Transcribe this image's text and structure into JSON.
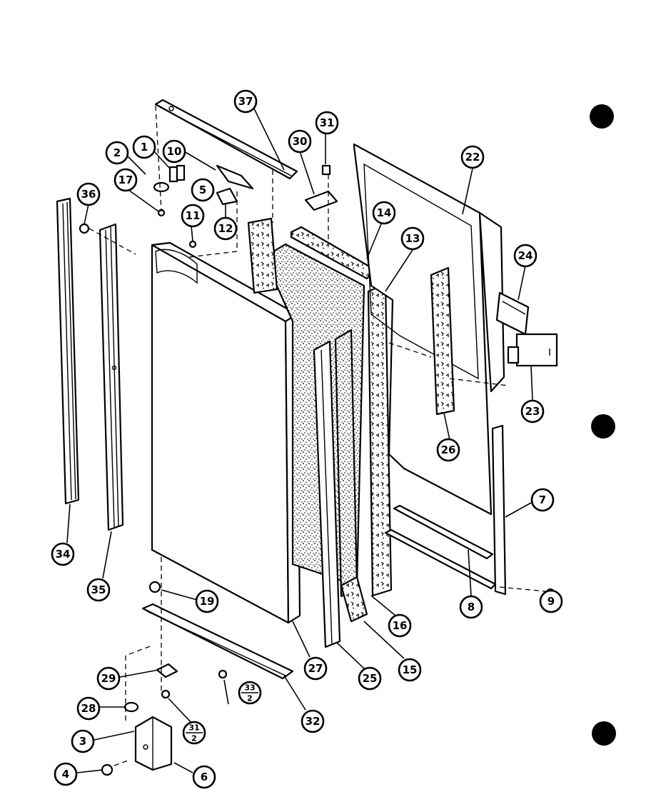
{
  "callouts": {
    "c1": "1",
    "c2": "2",
    "c3": "3",
    "c4": "4",
    "c5": "5",
    "c6": "6",
    "c7": "7",
    "c8": "8",
    "c9": "9",
    "c10": "10",
    "c11": "11",
    "c12": "12",
    "c13": "13",
    "c14": "14",
    "c15": "15",
    "c16": "16",
    "c17": "17",
    "c19": "19",
    "c22": "22",
    "c23": "23",
    "c24": "24",
    "c25": "25",
    "c26": "26",
    "c27": "27",
    "c28": "28",
    "c29": "29",
    "c30": "30",
    "c31": "31",
    "c32": "32",
    "c34": "34",
    "c35": "35",
    "c36": "36",
    "c37": "37",
    "c31_2_top": "31",
    "c31_2_bottom": "2",
    "c33_2_top": "33",
    "c33_2_bottom": "2"
  },
  "colors": {
    "ink": "#000000",
    "paper": "#ffffff"
  }
}
